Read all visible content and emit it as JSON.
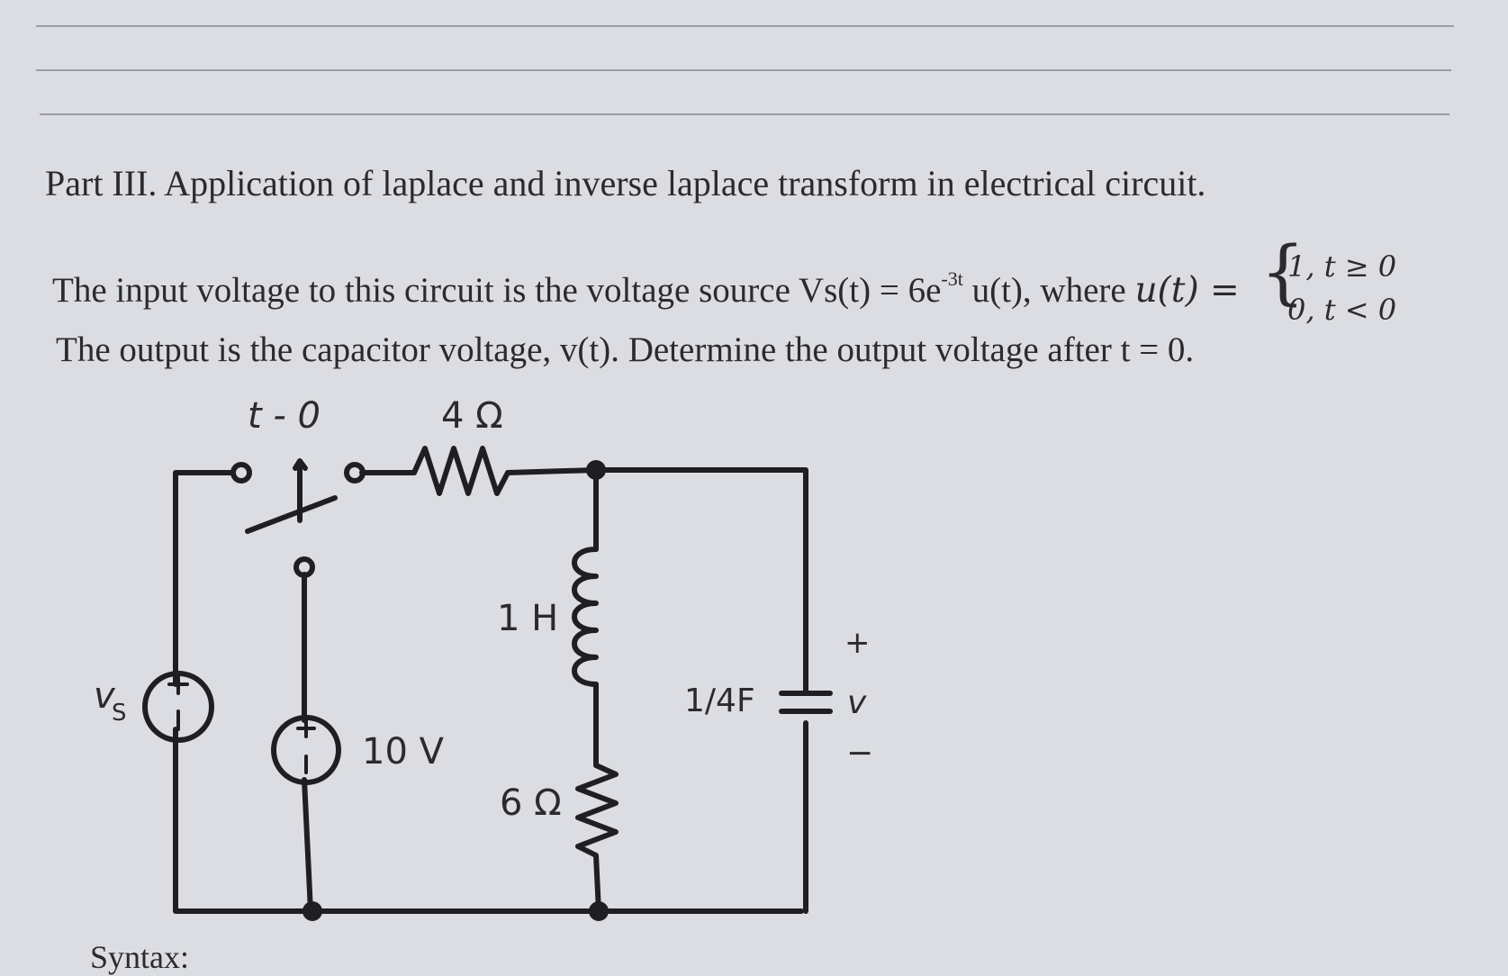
{
  "heading": "Part III. Application of laplace and inverse laplace transform in electrical circuit.",
  "problem": {
    "line1_pre": "The input voltage to this circuit is the voltage source Vs(t) = 6e",
    "line1_sup": "-3t",
    "line1_mid": " u(t), where ",
    "unit_step_lhs": "u(t) =",
    "piece1": "1, t ≥ 0",
    "piece2": "0, t < 0",
    "line2": "The output is the capacitor voltage, v(t). Determine the output voltage after t = 0."
  },
  "circuit": {
    "switch_label": "t - 0",
    "resistor_top": "4 Ω",
    "inductor": "1 H",
    "resistor_bottom": "6 Ω",
    "capacitor": "1/4F",
    "source_vs_label": "v",
    "source_vs_sub": "S",
    "source_dc": "10 V",
    "output_plus": "+",
    "output_v": "v",
    "output_minus": "−"
  },
  "footer": {
    "syntax_label": "Syntax:"
  }
}
